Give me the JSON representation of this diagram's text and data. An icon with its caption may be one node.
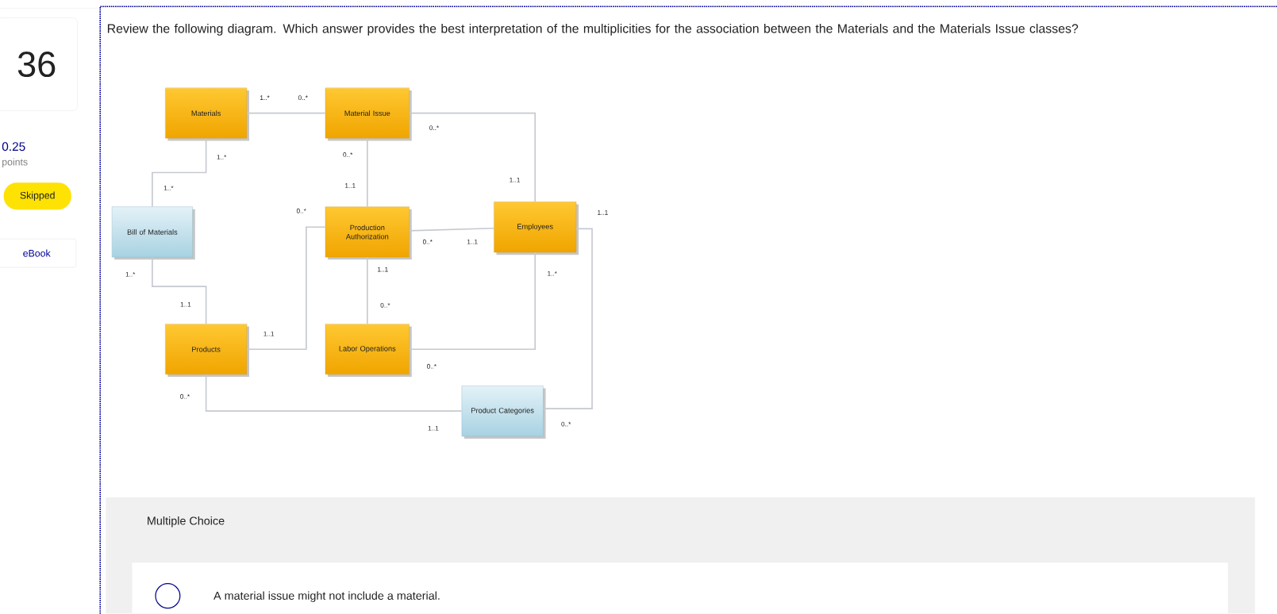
{
  "diagram": {
    "title": "Review the following diagram. Which answer provides the best interpretation of the multiplicities for the association between the Materials and the Materials Issue classes?",
    "nodes": [
      {
        "text": [
          "Materials"
        ]
      },
      {
        "text": [
          "Material Issue"
        ]
      },
      {
        "text": [
          "Bill of Materials"
        ]
      },
      {
        "text": [
          "Production Authorization"
        ]
      },
      {
        "text": [
          "Employees"
        ]
      },
      {
        "text": [
          "Products"
        ]
      },
      {
        "text": [
          "Labor Operations"
        ]
      },
      {
        "text": [
          "Product Categories"
        ]
      }
    ],
    "edges": [
      {
        "from": 0,
        "to": 1,
        "arrow": "none"
      },
      {
        "from": 0,
        "to": 2,
        "arrow": "none"
      },
      {
        "from": 1,
        "to": 3,
        "arrow": "none"
      },
      {
        "from": 1,
        "to": 4,
        "arrow": "none"
      },
      {
        "from": 3,
        "to": 4,
        "arrow": "none"
      },
      {
        "from": 2,
        "to": 5,
        "arrow": "none"
      },
      {
        "from": 5,
        "to": 3,
        "arrow": "none"
      },
      {
        "from": 3,
        "to": 6,
        "arrow": "none"
      },
      {
        "from": 6,
        "to": 4,
        "arrow": "none"
      },
      {
        "from": 5,
        "to": 7,
        "arrow": "none"
      },
      {
        "from": 4,
        "to": 7,
        "arrow": "none"
      }
    ],
    "labels": [
      "36",
      "0.25",
      "points",
      "Skipped",
      "eBook",
      "1..*",
      "0..*",
      "0..*",
      "1..*",
      "0..*",
      "1..*",
      "1..1",
      "1..1",
      "0..*",
      "1..1",
      "0..*",
      "1..1",
      "1..*",
      "1..1",
      "1..*",
      "1..1",
      "0..*",
      "1..1",
      "0..*",
      "0..*",
      "1..1",
      "0..*",
      "Multiple Choice",
      "A material issue might not include a material."
    ]
  }
}
